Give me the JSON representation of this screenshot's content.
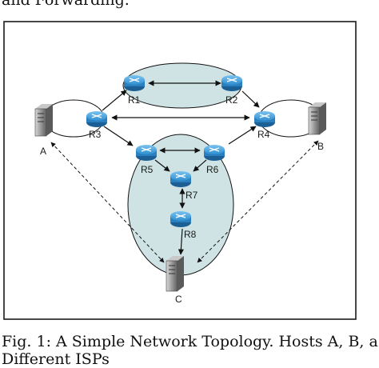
{
  "header_text": "and Forwarding.",
  "caption_line1": "Fig. 1: A Simple Network Topology. Hosts A, B, a",
  "caption_line2": "Different ISPs",
  "routers": {
    "r1": "R1",
    "r2": "R2",
    "r3": "R3",
    "r4": "R4",
    "r5": "R5",
    "r6": "R6",
    "r7": "R7",
    "r8": "R8"
  },
  "hosts": {
    "a": "A",
    "b": "B",
    "c": "C"
  },
  "colors": {
    "frame": "#1a1a1a",
    "isp_fill": "#cfe3e4",
    "router_blue": "#2f8fd0",
    "router_dark": "#1b5f95",
    "server_gray": "#8e8e8e",
    "link": "#111111"
  },
  "icons": {
    "router": "router-icon",
    "host": "server-icon"
  }
}
